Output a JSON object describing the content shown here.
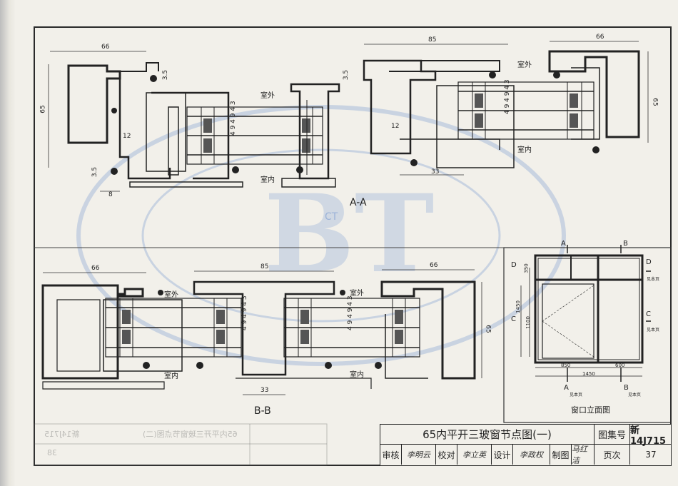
{
  "sections": {
    "aa_title": "A-A",
    "bb_title": "B-B",
    "elevation_title": "窗口立面图",
    "elevation_tag_a": "A",
    "elevation_tag_b": "B",
    "elevation_tag_c": "C",
    "elevation_tag_d": "D",
    "elevation_ref_note": "见本页"
  },
  "labels": {
    "outside": "室外",
    "inside": "室内"
  },
  "dims": {
    "w66": "66",
    "w85": "85",
    "h65": "65",
    "d35": "3.5",
    "d12": "12",
    "d8": "8",
    "d33": "33",
    "glass_seq": "4 9 4 9 4 3",
    "elev_w850": "850",
    "elev_w600": "600",
    "elev_w1450": "1450",
    "elev_h350": "350",
    "elev_h1450": "1450",
    "elev_h1100": "1100"
  },
  "title_block": {
    "drawing_title": "65内平开三玻窗节点图(一)",
    "atlas_label": "图集号",
    "atlas_no": "新14J715",
    "review_label": "审核",
    "review_sig": "李明云",
    "check_label": "校对",
    "check_sig": "李立英",
    "design_label": "设计",
    "design_sig": "李政权",
    "draw_label": "制图",
    "draw_sig": "马红洁",
    "page_label": "页次",
    "page_no": "37"
  },
  "bleed_through": {
    "title": "65内平开三玻窗节点图(二)",
    "atlas": "新14J715",
    "page": "38"
  },
  "watermark": {
    "letters": "BT",
    "small": "CT"
  }
}
